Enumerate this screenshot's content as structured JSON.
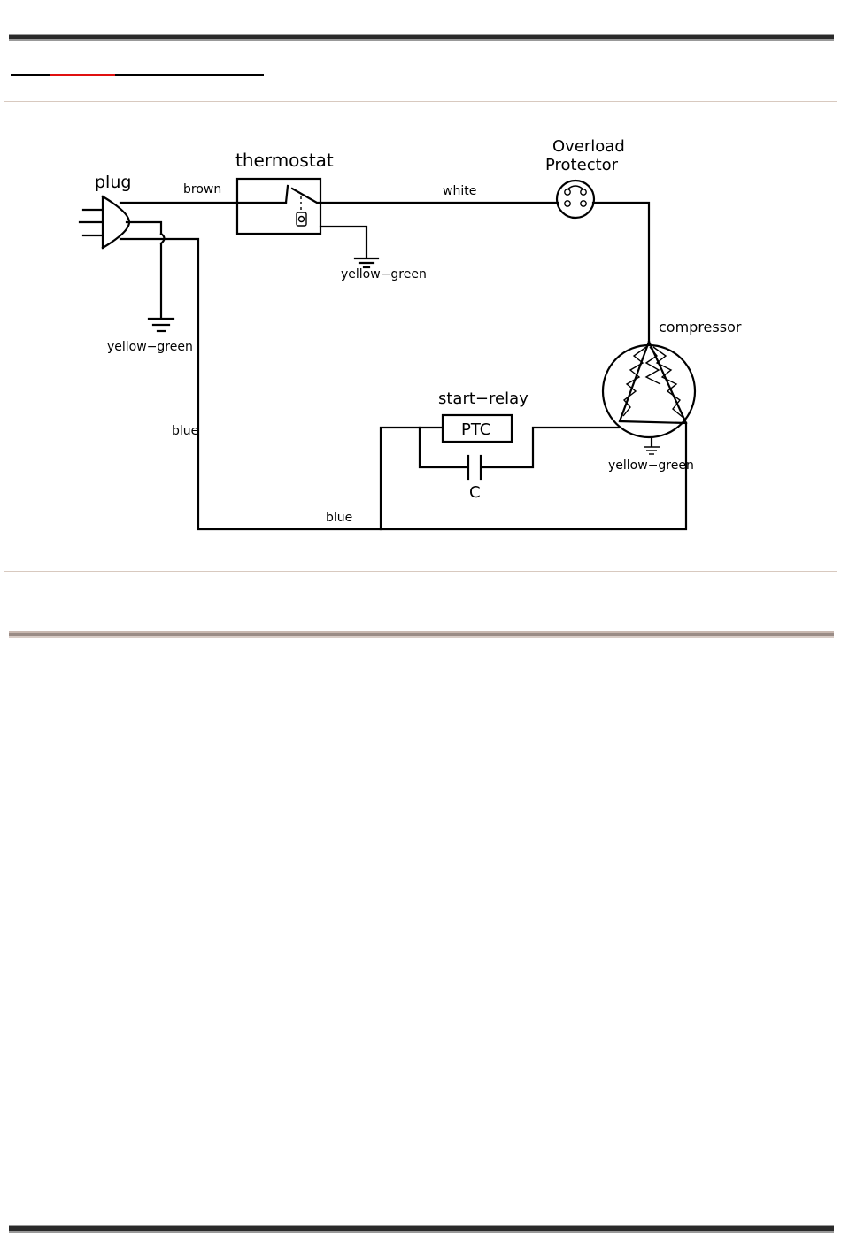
{
  "diagram": {
    "labels": {
      "plug": "plug",
      "thermostat": "thermostat",
      "brown": "brown",
      "white": "white",
      "overload_line1": "Overload",
      "overload_line2": "Protector",
      "thermostat_ground": "yellow−green",
      "plug_ground": "yellow−green",
      "compressor": "compressor",
      "start_relay": "start−relay",
      "ptc": "PTC",
      "capacitor": "C",
      "compressor_ground": "yellow−green",
      "blue_left": "blue",
      "blue_bottom": "blue"
    },
    "symbols": {
      "thermostat_sensor": "thermostat-bulb-icon",
      "overload_protector": "overload-protector-icon",
      "compressor_motor": "compressor-motor-icon",
      "ground": "ground-icon",
      "plug": "plug-icon",
      "capacitor": "capacitor-icon"
    }
  }
}
